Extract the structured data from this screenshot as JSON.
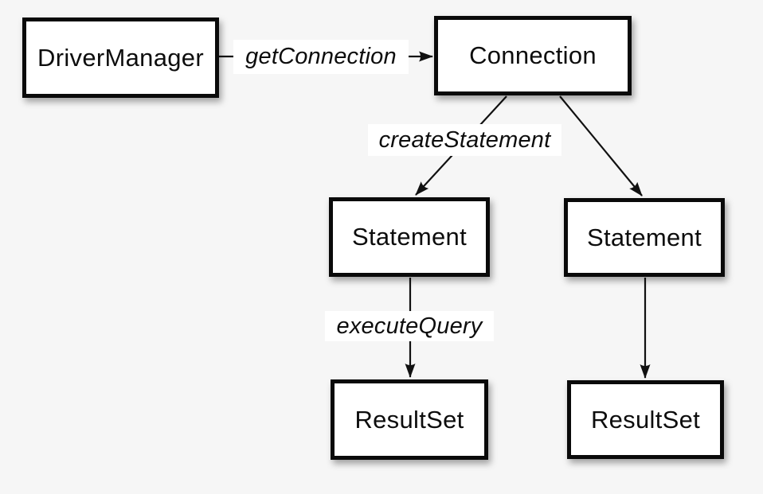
{
  "diagram": {
    "description": "JDBC object creation flow diagram",
    "colors": {
      "background": "#f6f6f6",
      "box_fill": "#ffffff",
      "box_border": "#0a0a0a",
      "line": "#111111",
      "text": "#0d0d0d",
      "label_background": "#ffffff"
    },
    "nodes": [
      {
        "id": "driver-manager",
        "label": "DriverManager"
      },
      {
        "id": "connection",
        "label": "Connection"
      },
      {
        "id": "statement-left",
        "label": "Statement"
      },
      {
        "id": "statement-right",
        "label": "Statement"
      },
      {
        "id": "resultset-left",
        "label": "ResultSet"
      },
      {
        "id": "resultset-right",
        "label": "ResultSet"
      }
    ],
    "edge_labels": [
      {
        "id": "get-connection",
        "text": "getConnection"
      },
      {
        "id": "create-statement",
        "text": "createStatement"
      },
      {
        "id": "execute-query",
        "text": "executeQuery"
      }
    ],
    "edges": [
      {
        "from": "driver-manager",
        "to": "connection",
        "label": "getConnection"
      },
      {
        "from": "connection",
        "to": "statement-left",
        "label": "createStatement"
      },
      {
        "from": "connection",
        "to": "statement-right",
        "label": ""
      },
      {
        "from": "statement-left",
        "to": "resultset-left",
        "label": "executeQuery"
      },
      {
        "from": "statement-right",
        "to": "resultset-right",
        "label": ""
      }
    ]
  }
}
